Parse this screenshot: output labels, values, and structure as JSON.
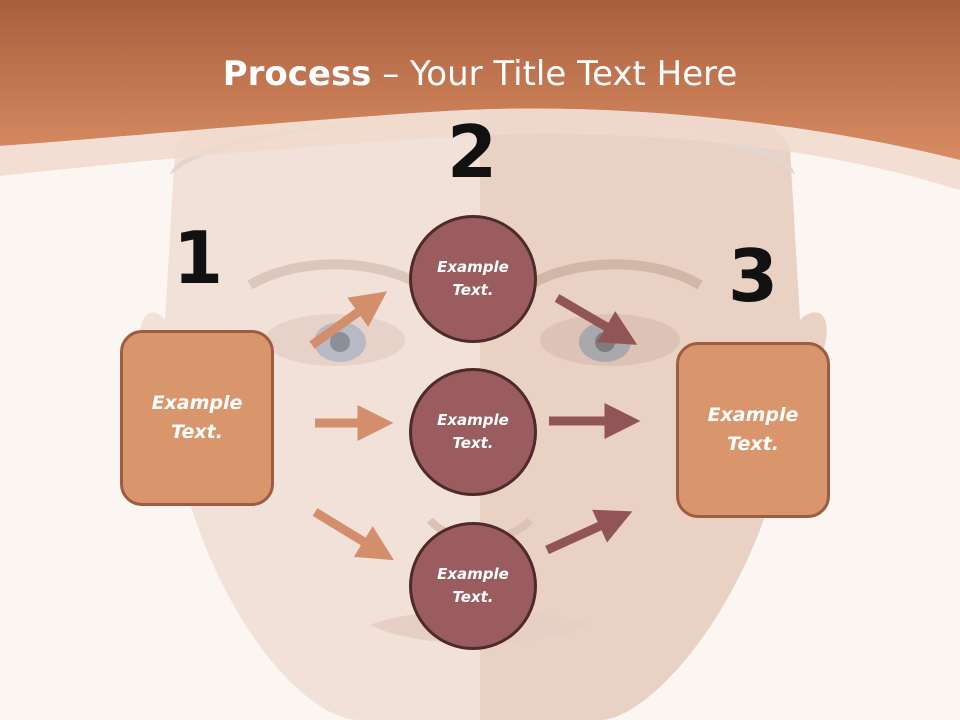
{
  "slide": {
    "title_bold": "Process",
    "title_rest": " – Your Title Text Here",
    "colors": {
      "header": "#c9784f",
      "box_fill": "#d9966c",
      "circle_fill": "#9a5c5f",
      "arrow_light": "#d38e6b",
      "arrow_dark": "#915557"
    }
  },
  "steps": {
    "one": {
      "number": "1",
      "label": "Example\nText."
    },
    "two": {
      "number": "2",
      "circles": [
        {
          "label": "Example\nText."
        },
        {
          "label": "Example\nText."
        },
        {
          "label": "Example\nText."
        }
      ]
    },
    "three": {
      "number": "3",
      "label": "Example\nText."
    }
  }
}
